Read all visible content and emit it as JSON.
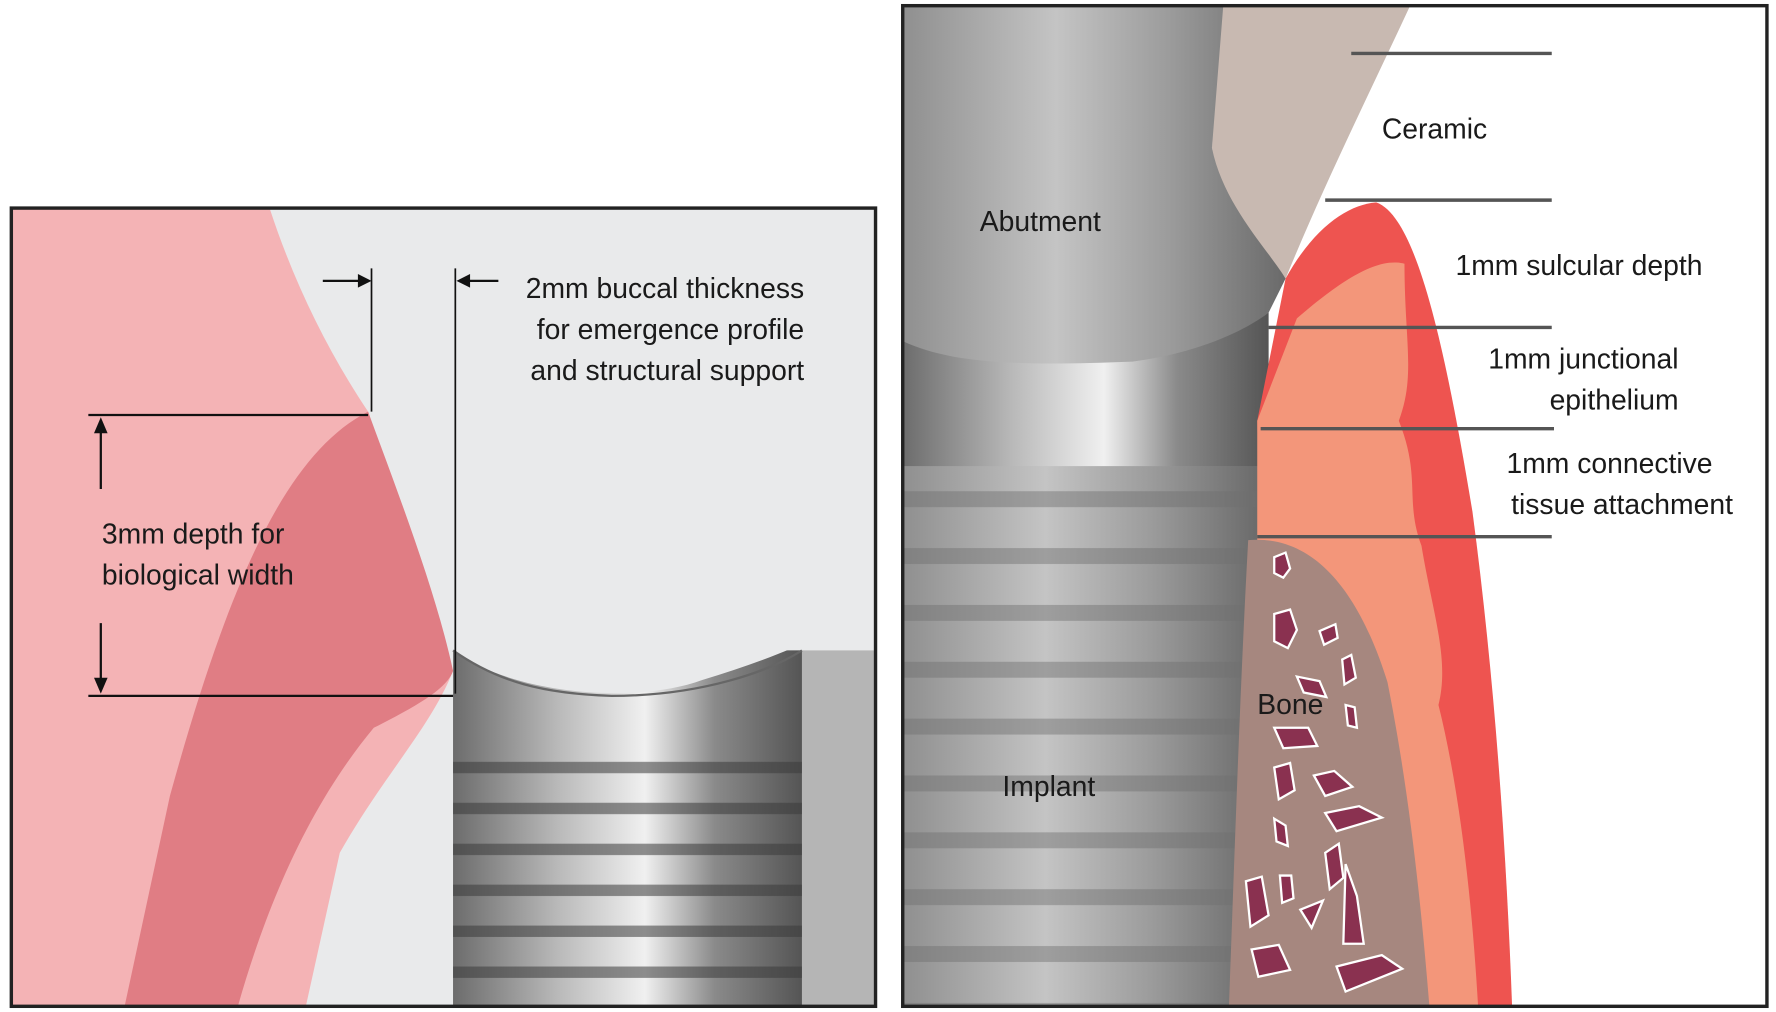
{
  "left_panel": {
    "buccal_label_lines": [
      "2mm buccal thickness",
      "for emergence profile",
      "and structural support"
    ],
    "depth_label_lines": [
      "3mm depth for",
      "biological width"
    ]
  },
  "right_panel": {
    "labels": {
      "ceramic": "Ceramic",
      "abutment": "Abutment",
      "sulcular": "1mm sulcular depth",
      "junctional_lines": [
        "1mm junctional",
        "epithelium"
      ],
      "connective_lines": [
        "1mm connective",
        "tissue attachment"
      ],
      "bone": "Bone",
      "implant": "Implant"
    }
  },
  "colors": {
    "gingiva_light": "#f4b3b5",
    "gingiva_dark": "#e07d84",
    "crown": "#e9eaeb",
    "bone_gray": "#b5b5b5",
    "gum_red": "#ee5450",
    "gum_orange": "#f3967a",
    "bone": "#a6877f",
    "bone_chips": "#8a3150",
    "ceramic": "#c8b9b1"
  }
}
